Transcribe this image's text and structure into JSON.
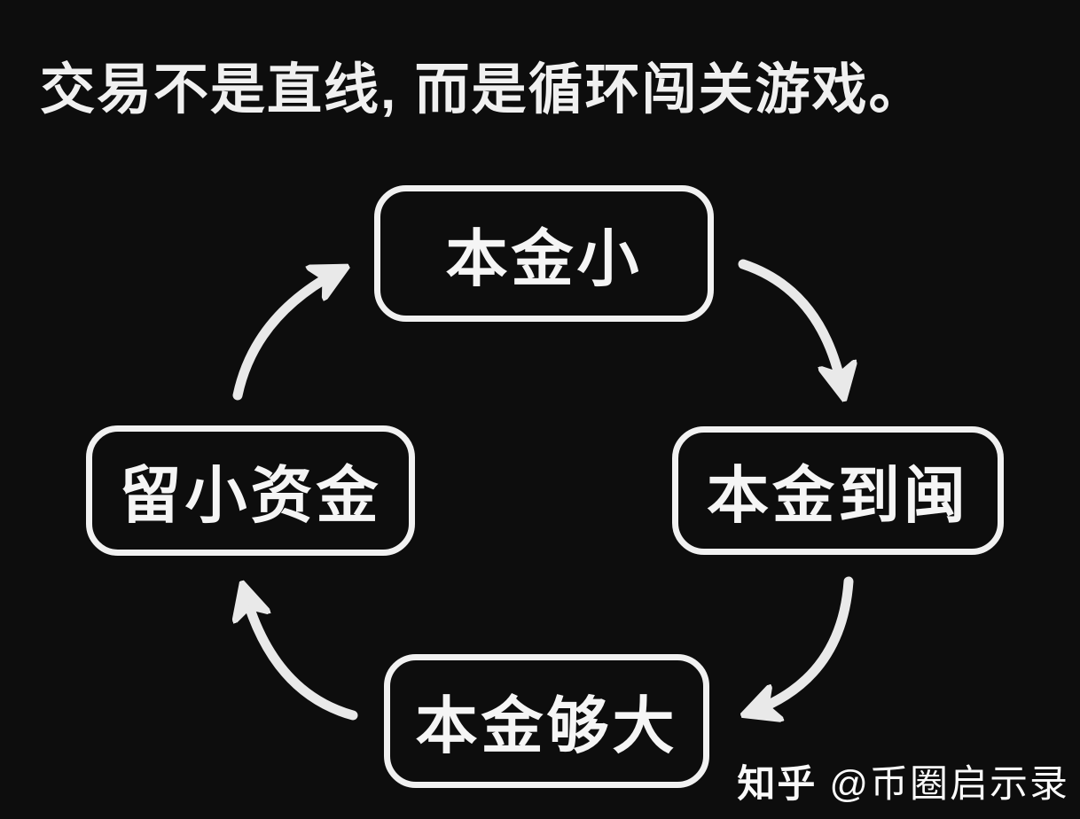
{
  "page": {
    "background_color": "#0d0d0d",
    "foreground_color": "#f2f2f2"
  },
  "title": {
    "text": "交易不是直线, 而是循环闯关游戏。"
  },
  "diagram": {
    "type": "cycle",
    "nodes": [
      {
        "id": "top",
        "label": "本金小"
      },
      {
        "id": "right",
        "label": "本金到闽"
      },
      {
        "id": "bottom",
        "label": "本金够大"
      },
      {
        "id": "left",
        "label": "留小资金"
      }
    ],
    "edges": [
      {
        "from": "本金小",
        "to": "本金到闽",
        "direction": "clockwise"
      },
      {
        "from": "本金到闽",
        "to": "本金够大",
        "direction": "clockwise"
      },
      {
        "from": "本金够大",
        "to": "留小资金",
        "direction": "clockwise"
      },
      {
        "from": "留小资金",
        "to": "本金小",
        "direction": "clockwise"
      }
    ]
  },
  "watermark": {
    "platform": "知乎",
    "handle": "@币圈启示录"
  }
}
